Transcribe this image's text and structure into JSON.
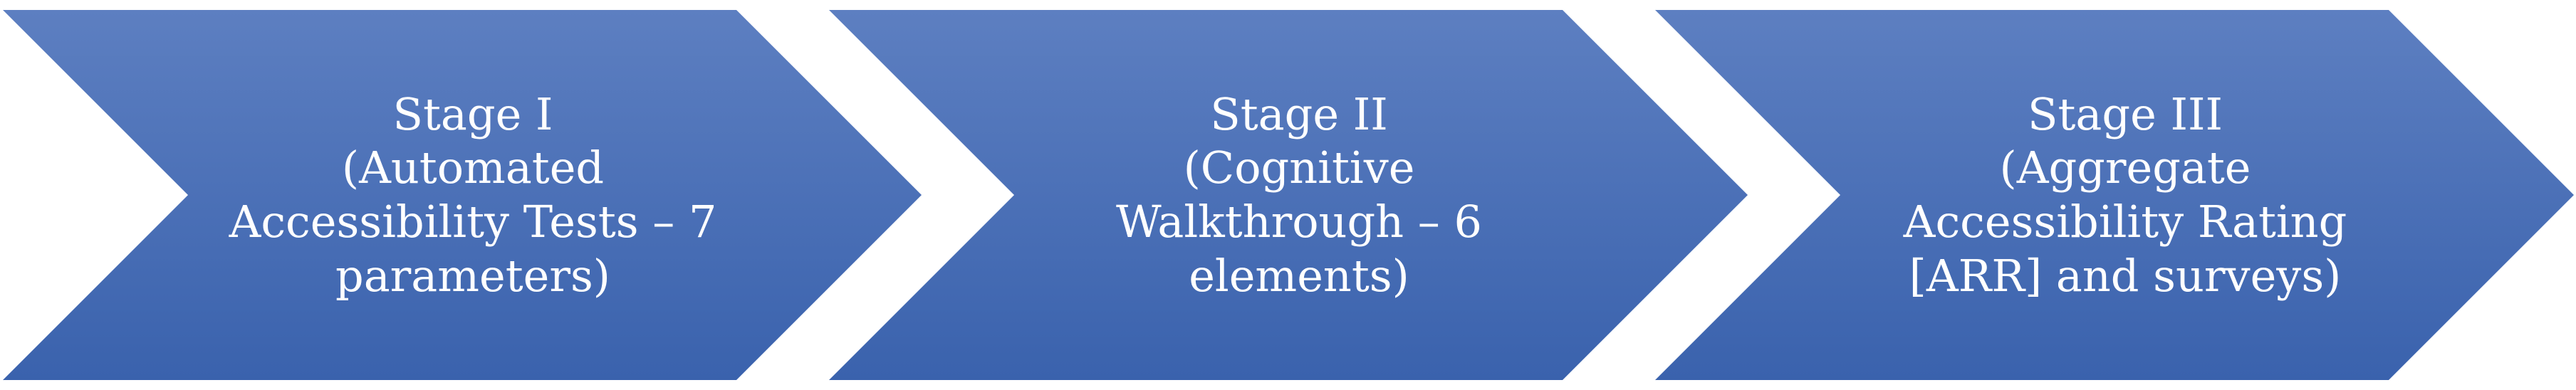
{
  "stages": [
    {
      "title": "Stage I",
      "lines": [
        "(Automated",
        "Accessibility Tests – 7",
        "parameters)"
      ]
    },
    {
      "title": "Stage II",
      "lines": [
        "(Cognitive",
        "Walkthrough – 6",
        "elements)"
      ]
    },
    {
      "title": "Stage III",
      "lines": [
        "(Aggregate",
        "Accessibility Rating",
        "[ARR] and surveys)"
      ]
    }
  ],
  "colors": {
    "fill_top": "#5d7fc1",
    "fill_bottom": "#3a62ad",
    "text": "#ffffff"
  }
}
